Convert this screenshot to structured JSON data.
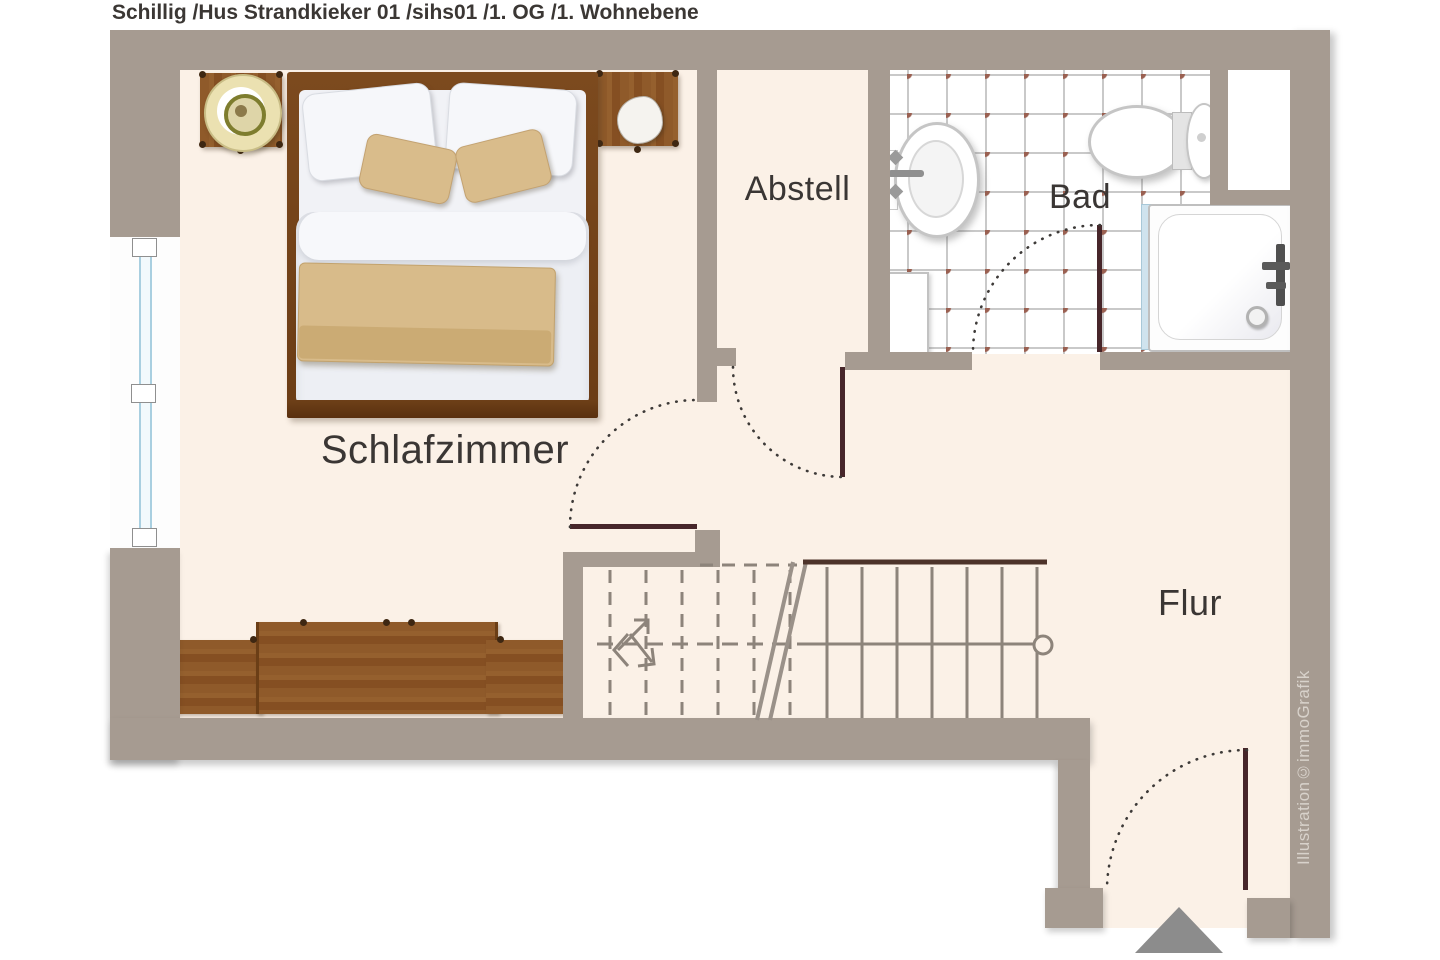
{
  "title": "Schillig /Hus Strandkieker 01 /sihs01 /1. OG /1. Wohnebene",
  "watermark": "Illustration©immoGrafik",
  "rooms": {
    "schlafzimmer": {
      "label": "Schlafzimmer"
    },
    "abstell": {
      "label": "Abstell"
    },
    "bad": {
      "label": "Bad"
    },
    "flur": {
      "label": "Flur"
    }
  },
  "furniture": [
    "double-bed",
    "nightstand-left",
    "gold-plate-decor",
    "nightstand-right",
    "bedside-lamp",
    "sideboard",
    "window",
    "washbasin",
    "toilet",
    "shower",
    "washer-cabinet",
    "staircase",
    "entrance-arrow"
  ],
  "doors": [
    "schlafzimmer-door",
    "abstell-door",
    "bad-door",
    "entrance-door"
  ],
  "colors": {
    "wall": "#a69b91",
    "floor": "#fbf1e7",
    "grout": "#c9c9c9",
    "tiledot": "#9a6051",
    "woodmid": "#8a5526",
    "wooddark": "#63391a",
    "leaf": "#47262a",
    "stair": "#8d847b",
    "label": "#3a3634",
    "wm": "#d8d2cb",
    "winblue": "#a9cfe0",
    "tri": "#8c8c8c"
  }
}
